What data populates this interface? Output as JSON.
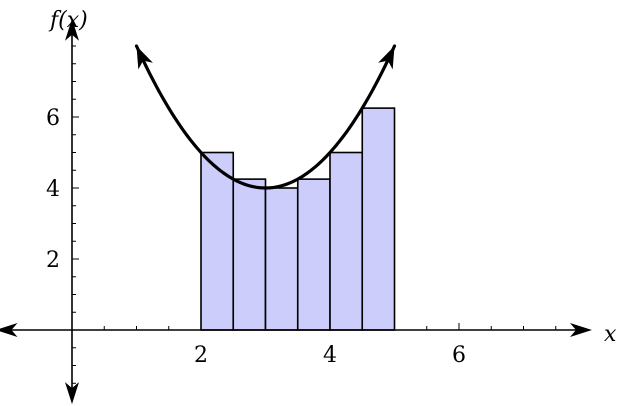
{
  "chart_data": {
    "type": "bar",
    "function": "f(x) = (x - 3)^2 + 4",
    "xlabel": "x",
    "ylabel": "f(x)",
    "xlim": [
      -1.0,
      8.0
    ],
    "ylim": [
      -2.2,
      8.6
    ],
    "x_ticks": [
      2,
      4,
      6
    ],
    "y_ticks": [
      2,
      4,
      6
    ],
    "x_minor_step": 0.5,
    "y_minor_step": 0.5,
    "grid": false,
    "bars": [
      {
        "x0": 2.0,
        "x1": 2.5,
        "height": 5.0
      },
      {
        "x0": 2.5,
        "x1": 3.0,
        "height": 4.25
      },
      {
        "x0": 3.0,
        "x1": 3.5,
        "height": 4.0
      },
      {
        "x0": 3.5,
        "x1": 4.0,
        "height": 4.25
      },
      {
        "x0": 4.0,
        "x1": 4.5,
        "height": 5.0
      },
      {
        "x0": 4.5,
        "x1": 5.0,
        "height": 6.25
      }
    ],
    "curve": {
      "x_start": 1.0,
      "x_end": 5.0
    },
    "bar_color": "#cccdfa",
    "line_color": "#000000"
  }
}
